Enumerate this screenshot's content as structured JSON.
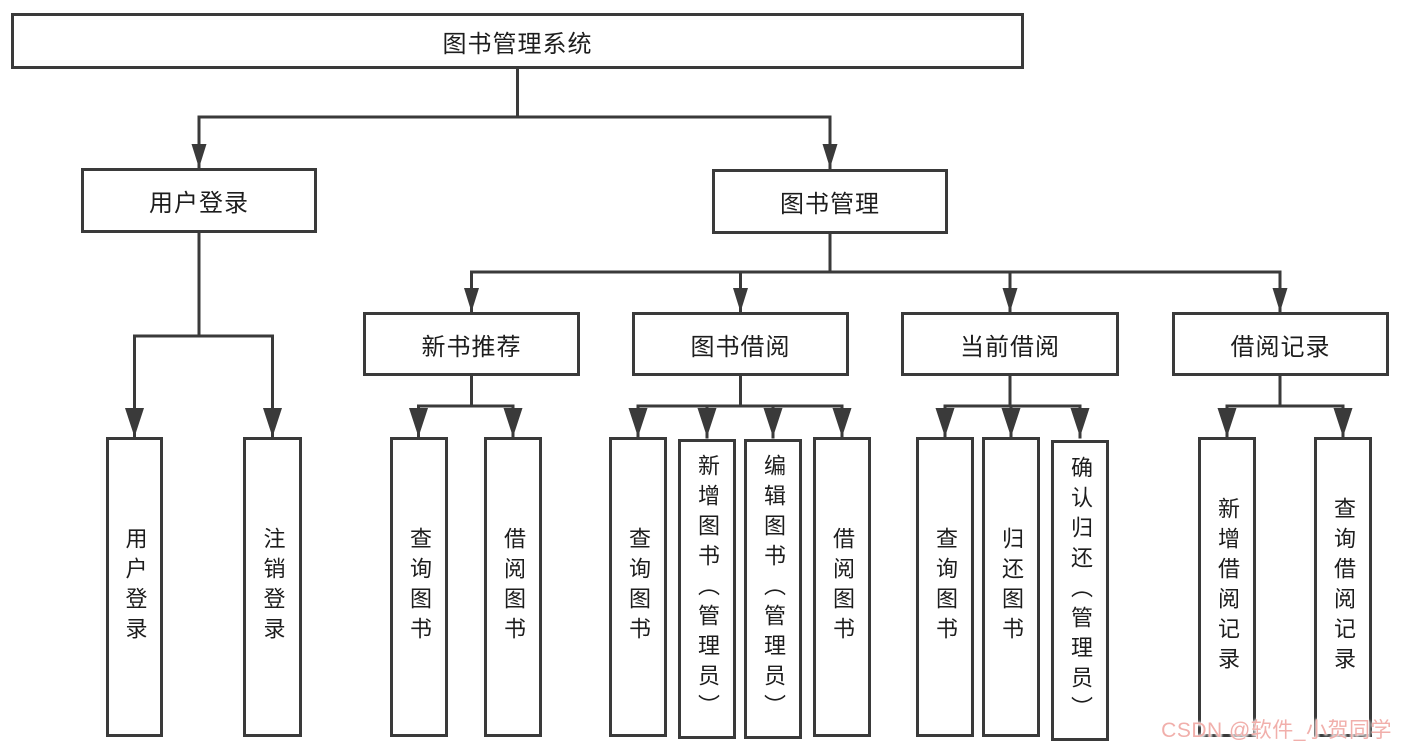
{
  "diagram": {
    "title": "图书管理系统",
    "branches": [
      {
        "label": "用户登录",
        "children": [
          {
            "label": "用户登录"
          },
          {
            "label": "注销登录"
          }
        ]
      },
      {
        "label": "图书管理",
        "children": [
          {
            "label": "新书推荐",
            "children": [
              {
                "label": "查询图书"
              },
              {
                "label": "借阅图书"
              }
            ]
          },
          {
            "label": "图书借阅",
            "children": [
              {
                "label": "查询图书"
              },
              {
                "label": "新增图书（管理员）"
              },
              {
                "label": "编辑图书（管理员）"
              },
              {
                "label": "借阅图书"
              }
            ]
          },
          {
            "label": "当前借阅",
            "children": [
              {
                "label": "查询图书"
              },
              {
                "label": "归还图书"
              },
              {
                "label": "确认归还（管理员）"
              }
            ]
          },
          {
            "label": "借阅记录",
            "children": [
              {
                "label": "新增借阅记录"
              },
              {
                "label": "查询借阅记录"
              }
            ]
          }
        ]
      }
    ]
  },
  "watermark": {
    "text": "CSDN @软件_小贺同学",
    "color": "#f1afab"
  },
  "colors": {
    "line": "#3a3a3a",
    "box_border": "#3a3a3a",
    "box_fill": "#ffffff",
    "text": "#1d1d1d"
  }
}
